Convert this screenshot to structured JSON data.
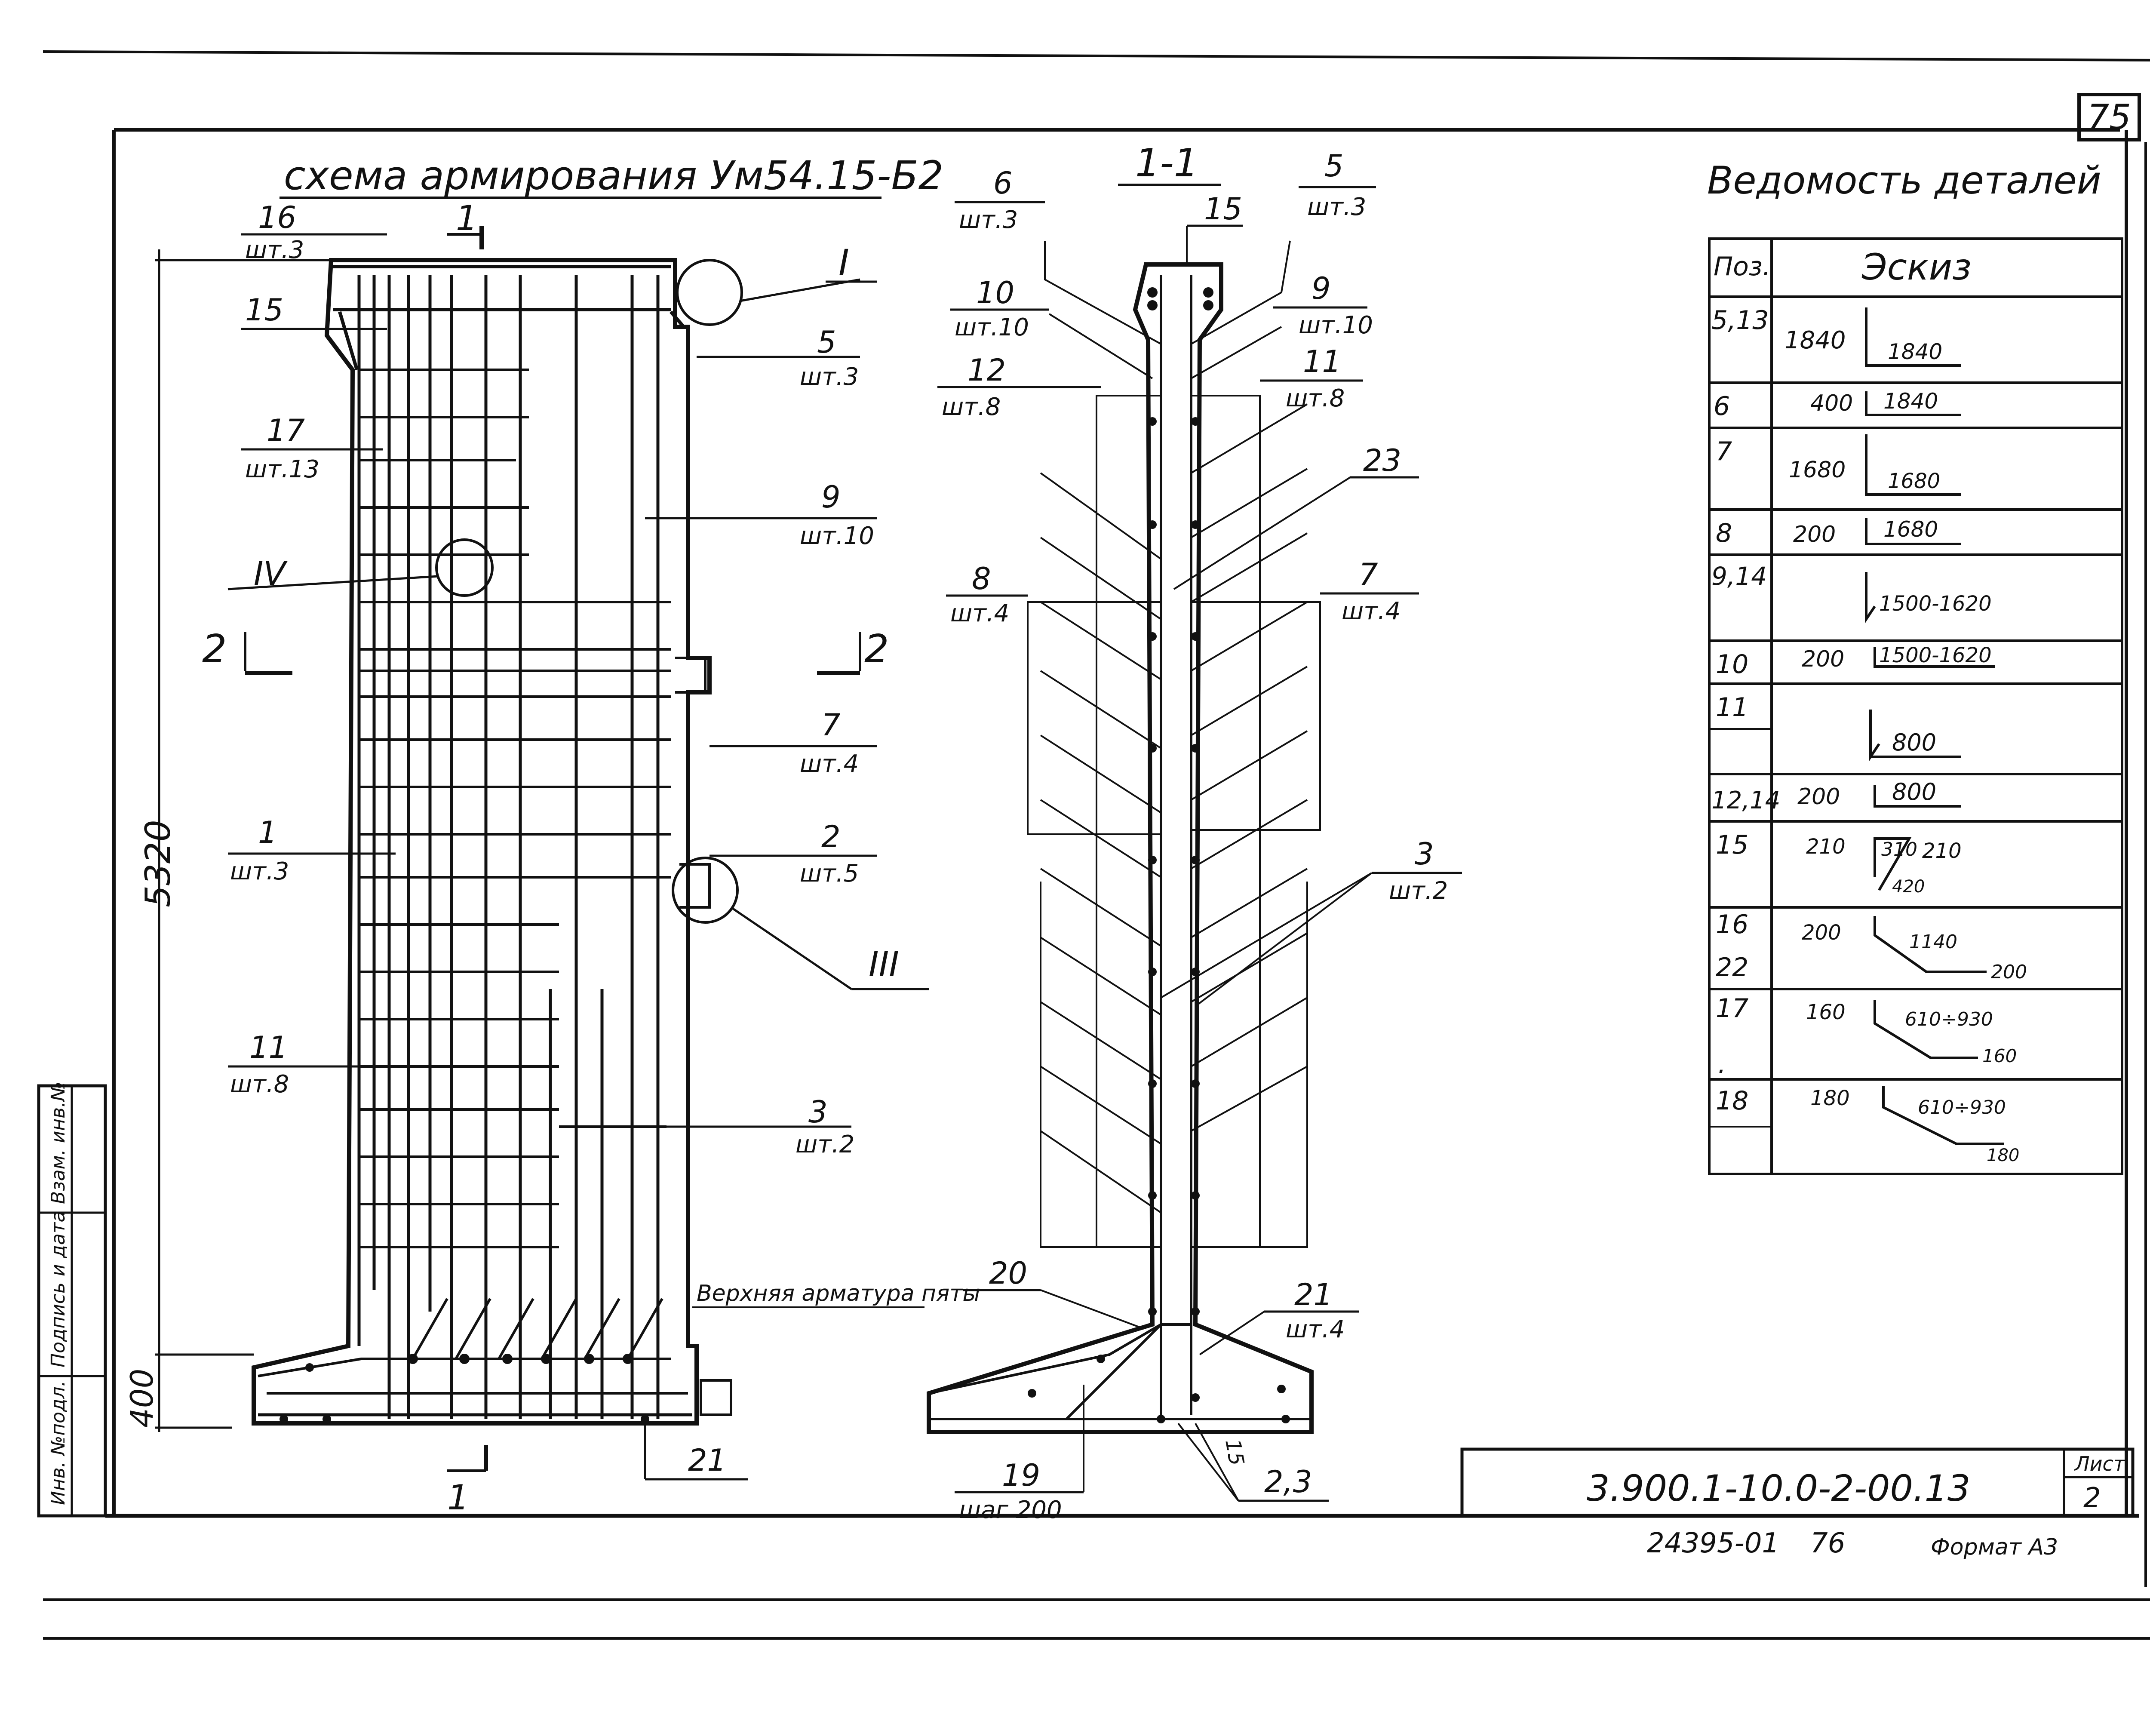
{
  "sheet_number": "75",
  "left_drawing": {
    "title": "схема армирования Ум54.15-Б2",
    "dimensions": {
      "height_main": "5320",
      "height_base": "400"
    },
    "section_marks": {
      "cut_1": "1",
      "cut_2": "2"
    },
    "detail_marks": {
      "I": "I",
      "III": "III",
      "IV": "IV"
    },
    "callouts": [
      {
        "pos": "16",
        "qty": "шт.3"
      },
      {
        "pos": "15",
        "qty": ""
      },
      {
        "pos": "5",
        "qty": "шт.3"
      },
      {
        "pos": "17",
        "qty": "шт.13"
      },
      {
        "pos": "9",
        "qty": "шт.10"
      },
      {
        "pos": "7",
        "qty": "шт.4"
      },
      {
        "pos": "1",
        "qty": "шт.3"
      },
      {
        "pos": "2",
        "qty": "шт.5"
      },
      {
        "pos": "11",
        "qty": "шт.8"
      },
      {
        "pos": "3",
        "qty": "шт.2"
      },
      {
        "pos": "21",
        "qty": ""
      }
    ],
    "note": "Верхняя арматура пяты"
  },
  "section_drawing": {
    "title": "1-1",
    "callouts": [
      {
        "pos": "6",
        "qty": "шт.3"
      },
      {
        "pos": "15",
        "qty": ""
      },
      {
        "pos": "5",
        "qty": "шт.3"
      },
      {
        "pos": "10",
        "qty": "шт.10"
      },
      {
        "pos": "9",
        "qty": "шт.10"
      },
      {
        "pos": "12",
        "qty": "шт.8"
      },
      {
        "pos": "11",
        "qty": "шт.8"
      },
      {
        "pos": "23",
        "qty": ""
      },
      {
        "pos": "8",
        "qty": "шт.4"
      },
      {
        "pos": "7",
        "qty": "шт.4"
      },
      {
        "pos": "3",
        "qty": "шт.2"
      },
      {
        "pos": "20",
        "qty": ""
      },
      {
        "pos": "21",
        "qty": "шт.4"
      },
      {
        "pos": "19",
        "qty": "шаг 200"
      },
      {
        "pos": "2,3",
        "qty": ""
      },
      {
        "pos": "15",
        "qty": ""
      }
    ]
  },
  "schedule": {
    "title": "Ведомость деталей",
    "headers": {
      "pos": "Поз.",
      "sketch": "Эскиз"
    },
    "rows": [
      {
        "pos": "5,13",
        "a": "1840",
        "b": "1840"
      },
      {
        "pos": "6",
        "a": "400",
        "b": "1840"
      },
      {
        "pos": "7",
        "a": "1680",
        "b": "1680"
      },
      {
        "pos": "8",
        "a": "200",
        "b": "1680"
      },
      {
        "pos": "9,14",
        "a": "",
        "b": "1500-1620"
      },
      {
        "pos": "10",
        "a": "200",
        "b": "1500-1620"
      },
      {
        "pos": "11",
        "a": "",
        "b": "800"
      },
      {
        "pos": "12,14",
        "a": "200",
        "b": "800"
      },
      {
        "pos": "15",
        "a": "210",
        "b": "310",
        "c": "210",
        "d": "420"
      },
      {
        "pos": "16",
        "pos2": "22",
        "a": "200",
        "b": "1140",
        "c": "200"
      },
      {
        "pos": "17",
        "pos2": ".",
        "a": "160",
        "b": "610÷930",
        "c": "160"
      },
      {
        "pos": "18",
        "a": "180",
        "b": "610÷930",
        "c": "180"
      }
    ]
  },
  "side_stamp": [
    "Инв. №подл.",
    "Подпись и дата",
    "Взам. инв.№"
  ],
  "title_block": {
    "code": "3.900.1-10.0-2-00.13",
    "sheet_label": "Лист",
    "sheet_value": "2",
    "bottom_left": "24395-01",
    "bottom_num": "76",
    "format": "Формат А3"
  }
}
